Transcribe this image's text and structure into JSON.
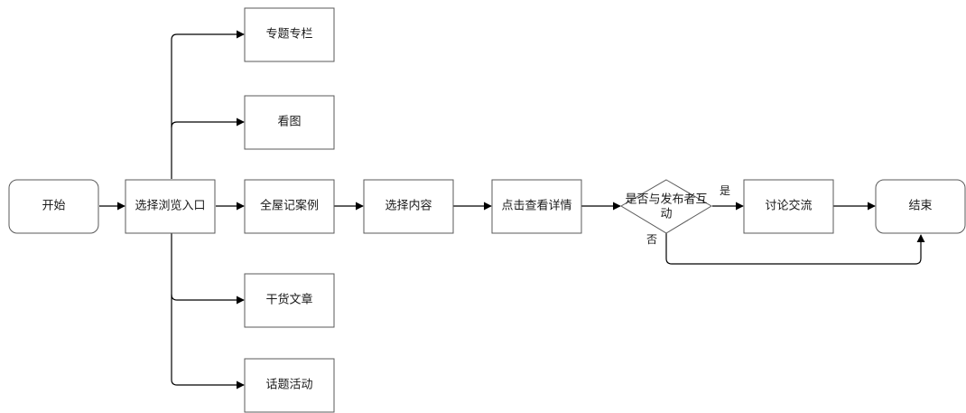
{
  "nodes": {
    "start": "开始",
    "select_entry": "选择浏览入口",
    "special_column": "专题专栏",
    "view_images": "看图",
    "whole_house": "全屋记案例",
    "dry_articles": "干货文章",
    "topic_activities": "话题活动",
    "select_content": "选择内容",
    "click_details": "点击查看详情",
    "interact_line1": "是否与发布者互",
    "interact_line2": "动",
    "discuss": "讨论交流",
    "end": "结束"
  },
  "edge_labels": {
    "yes": "是",
    "no": "否"
  },
  "colors": {
    "node_stroke": "#5a5a5a",
    "edge": "#000000",
    "text": "#1a1a1a",
    "background": "#ffffff"
  }
}
